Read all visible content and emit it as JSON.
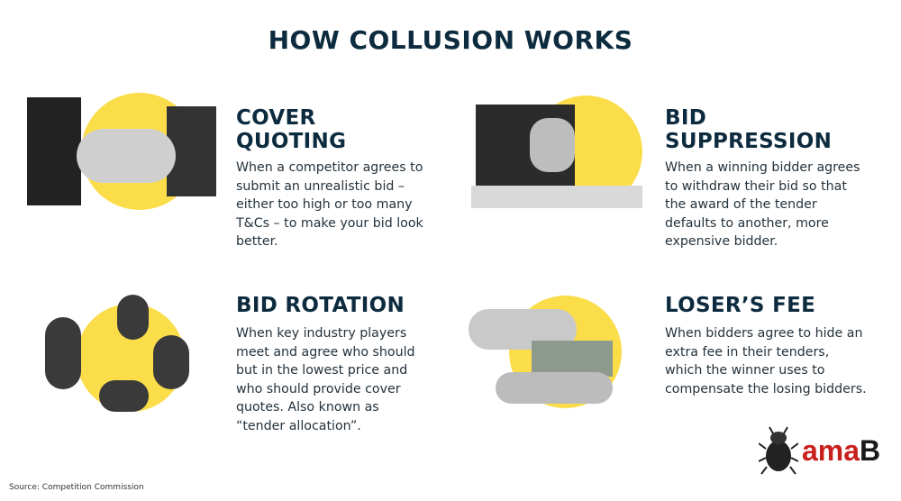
{
  "title": "HOW COLLUSION WORKS",
  "sections": [
    {
      "heading": "COVER QUOTING",
      "body": "When a competitor agrees to submit an unrealistic bid – either too high or too many T&Cs – to make your bid look better.",
      "image": "handshake-photo"
    },
    {
      "heading": "BID SUPPRESSION",
      "body": "When a winning bidder agrees to withdraw their bid so that the award of the tender defaults to another, more expensive bidder.",
      "image": "refusing-hands-photo"
    },
    {
      "heading": "BID ROTATION",
      "body": "When key industry players meet and agree who should but in the lowest price and who should provide cover quotes. Also known as “tender allocation”.",
      "image": "business-group-photo"
    },
    {
      "heading": "LOSER’S FEE",
      "body": "When bidders agree to hide an extra fee in their tenders, which the winner uses to compensate the losing bidders.",
      "image": "money-exchange-photo"
    }
  ],
  "source": "Source: Competition Commission",
  "logo": {
    "part1": "ama",
    "part2": "B",
    "icon": "beetle-icon"
  },
  "colors": {
    "accent": "#fbdd4a",
    "heading": "#0d2b3e",
    "logo_red": "#c8201c"
  }
}
